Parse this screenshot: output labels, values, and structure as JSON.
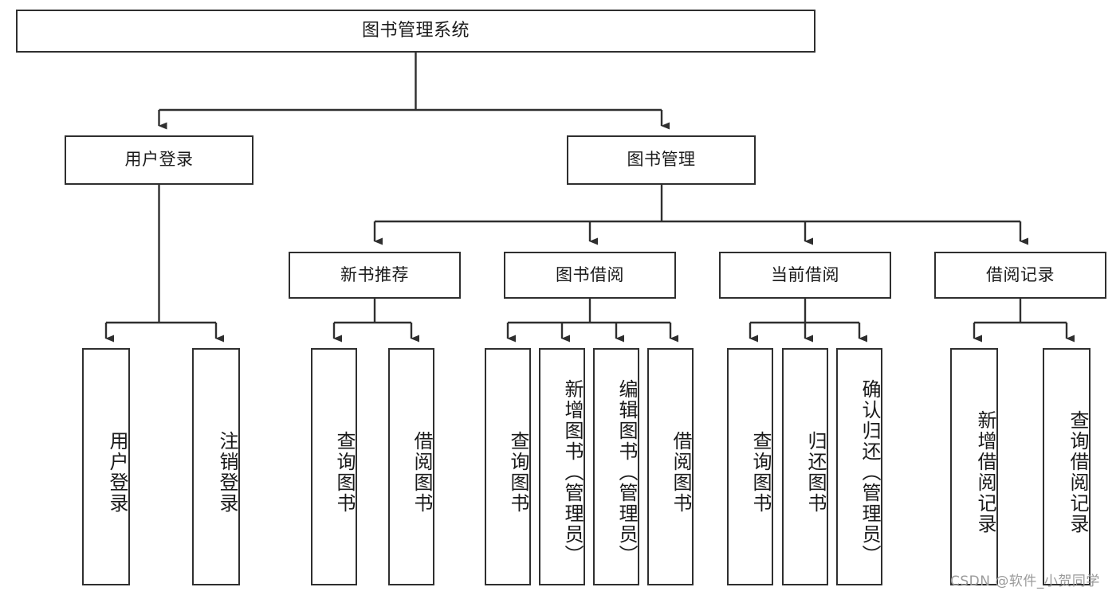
{
  "diagram": {
    "title": "图书管理系统",
    "type": "tree-hierarchy-chart",
    "watermark": "CSDN @软件_小贺同学",
    "nodes": {
      "root": {
        "label": "图书管理系统"
      },
      "level2": [
        {
          "label": "用户登录"
        },
        {
          "label": "图书管理"
        }
      ],
      "level3": [
        {
          "label": "新书推荐"
        },
        {
          "label": "图书借阅"
        },
        {
          "label": "当前借阅"
        },
        {
          "label": "借阅记录"
        }
      ],
      "leaves": {
        "user_login": [
          {
            "label": "用户登录"
          },
          {
            "label": "注销登录"
          }
        ],
        "new_book": [
          {
            "label": "查询图书"
          },
          {
            "label": "借阅图书"
          }
        ],
        "book_borrow": [
          {
            "label": "查询图书"
          },
          {
            "label": "新增图书（管理员）"
          },
          {
            "label": "编辑图书（管理员）"
          },
          {
            "label": "借阅图书"
          }
        ],
        "current_borrow": [
          {
            "label": "查询图书"
          },
          {
            "label": "归还图书"
          },
          {
            "label": "确认归还（管理员）"
          }
        ],
        "borrow_record": [
          {
            "label": "新增借阅记录"
          },
          {
            "label": "查询借阅记录"
          }
        ]
      }
    },
    "colors": {
      "border": "#2f2f2f",
      "text": "#1a1a1a",
      "background": "#ffffff",
      "connector": "#2f2f2f",
      "watermark": "#9a9a9a"
    }
  }
}
